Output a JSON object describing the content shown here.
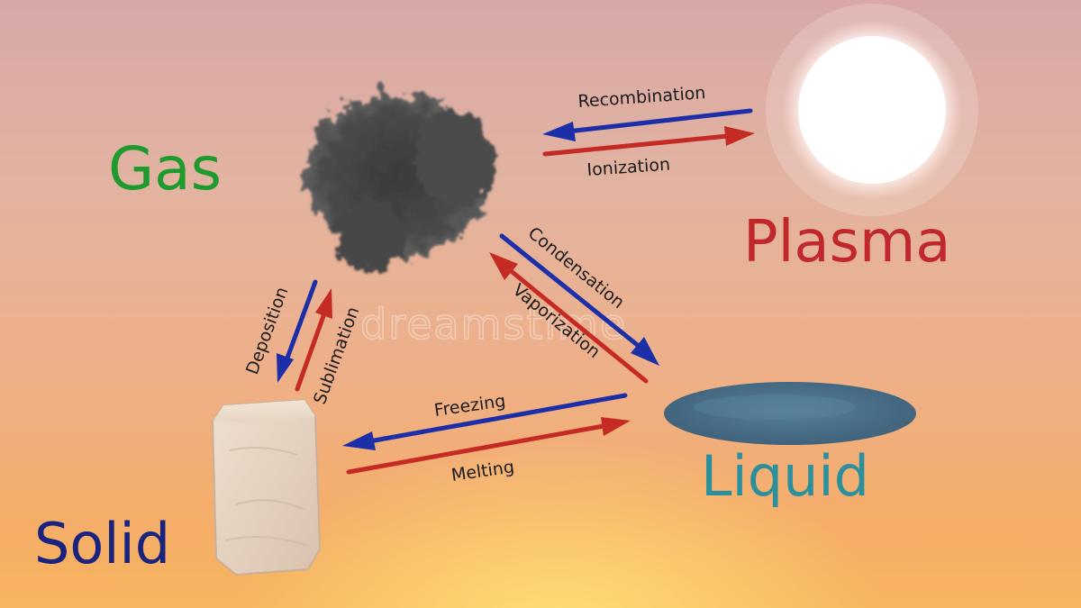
{
  "states": {
    "gas": "Gas",
    "plasma": "Plasma",
    "liquid": "Liquid",
    "solid": "Solid"
  },
  "processes": {
    "recombination": "Recombination",
    "ionization": "Ionization",
    "condensation": "Condensation",
    "vaporization": "Vaporization",
    "deposition": "Deposition",
    "sublimation": "Sublimation",
    "freezing": "Freezing",
    "melting": "Melting"
  },
  "watermark": "dreamstime",
  "colors": {
    "gas": "#1f9a2e",
    "plasma": "#c0282c",
    "liquid": "#2c8f9c",
    "solid": "#1a237e",
    "arrow_blue": "#1c2ea8",
    "arrow_red": "#c62a25",
    "liquid_puddle": "#4a6e86",
    "solid_block": "#e3cdb8"
  },
  "icons": {
    "gas": "smoke-cloud-icon",
    "plasma": "glowing-orb-icon",
    "liquid": "puddle-icon",
    "solid": "block-icon"
  }
}
